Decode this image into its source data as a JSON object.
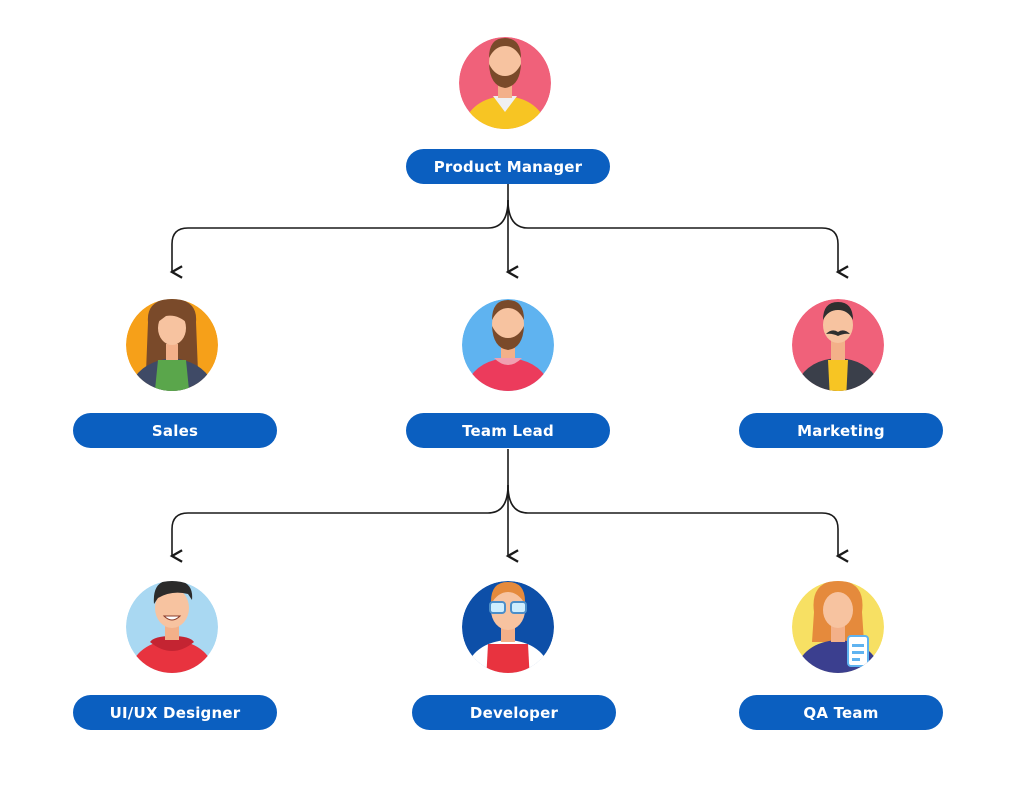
{
  "colors": {
    "pill": "#0b5fc0",
    "pill_text": "#ffffff",
    "connector": "#1a1a1a"
  },
  "nodes": {
    "product_manager": {
      "label": "Product Manager",
      "icon": "bearded-man-yellow-hoodie-avatar",
      "circle_color": "#f0617a"
    },
    "sales": {
      "label": "Sales",
      "icon": "woman-green-shirt-avatar",
      "circle_color": "#f6a019"
    },
    "team_lead": {
      "label": "Team Lead",
      "icon": "bearded-man-red-sweater-avatar",
      "circle_color": "#5fb3f0"
    },
    "marketing": {
      "label": "Marketing",
      "icon": "mustached-man-blazer-avatar",
      "circle_color": "#f0617a"
    },
    "ui_ux_designer": {
      "label": "UI/UX Designer",
      "icon": "smiling-man-red-hoodie-avatar",
      "circle_color": "#a9d8f2"
    },
    "developer": {
      "label": "Developer",
      "icon": "man-glasses-vest-avatar",
      "circle_color": "#0d4fa8"
    },
    "qa_team": {
      "label": "QA Team",
      "icon": "woman-clipboard-avatar",
      "circle_color": "#f7e063"
    }
  },
  "edges": [
    {
      "from": "Product Manager",
      "to": "Sales"
    },
    {
      "from": "Product Manager",
      "to": "Team Lead"
    },
    {
      "from": "Product Manager",
      "to": "Marketing"
    },
    {
      "from": "Team Lead",
      "to": "UI/UX Designer"
    },
    {
      "from": "Team Lead",
      "to": "Developer"
    },
    {
      "from": "Team Lead",
      "to": "QA Team"
    }
  ]
}
